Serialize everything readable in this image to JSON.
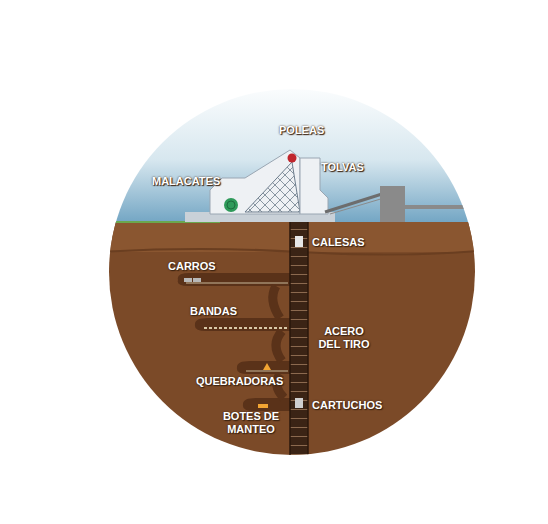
{
  "diagram": {
    "labels": [
      "POLEAS",
      "TOLVAS",
      "MALACATES",
      "CALESAS",
      "CARROS",
      "BANDAS",
      "ACERO DEL TIRO",
      "QUEBRADORAS",
      "CARTUCHOS",
      "BOTES DE MANTEO"
    ]
  }
}
